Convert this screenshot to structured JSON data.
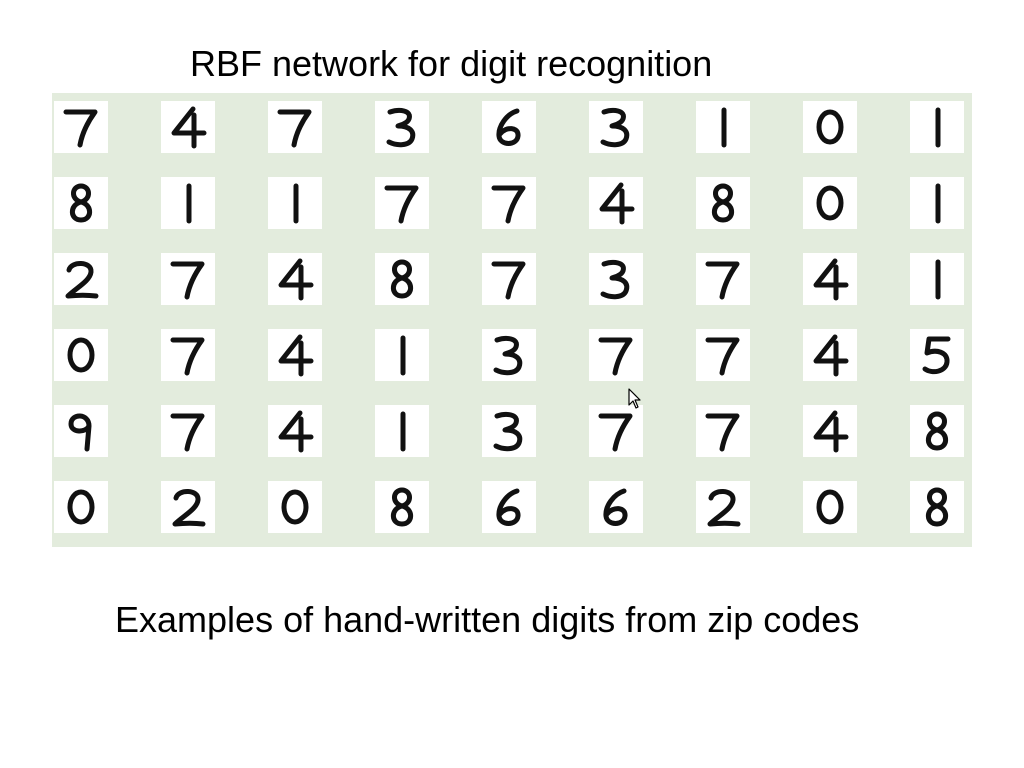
{
  "slide": {
    "title": "RBF network for digit recognition",
    "caption": "Examples of hand-written digits from zip codes"
  },
  "colors": {
    "panel_background": "#e3ecdd",
    "cell_background": "#ffffff",
    "ink": "#111111"
  },
  "digit_grid": {
    "rows": [
      [
        "7",
        "4",
        "7",
        "3",
        "6",
        "3",
        "1",
        "0",
        "1"
      ],
      [
        "8",
        "1",
        "1",
        "7",
        "7",
        "4",
        "8",
        "0",
        "1"
      ],
      [
        "2",
        "7",
        "4",
        "8",
        "7",
        "3",
        "7",
        "4",
        "1"
      ],
      [
        "0",
        "7",
        "4",
        "1",
        "3",
        "7",
        "7",
        "4",
        "5"
      ],
      [
        "9",
        "7",
        "4",
        "1",
        "3",
        "7",
        "7",
        "4",
        "8"
      ],
      [
        "0",
        "2",
        "0",
        "8",
        "6",
        "6",
        "2",
        "0",
        "8"
      ]
    ]
  },
  "cursor": {
    "icon": "mouse-pointer-icon"
  }
}
